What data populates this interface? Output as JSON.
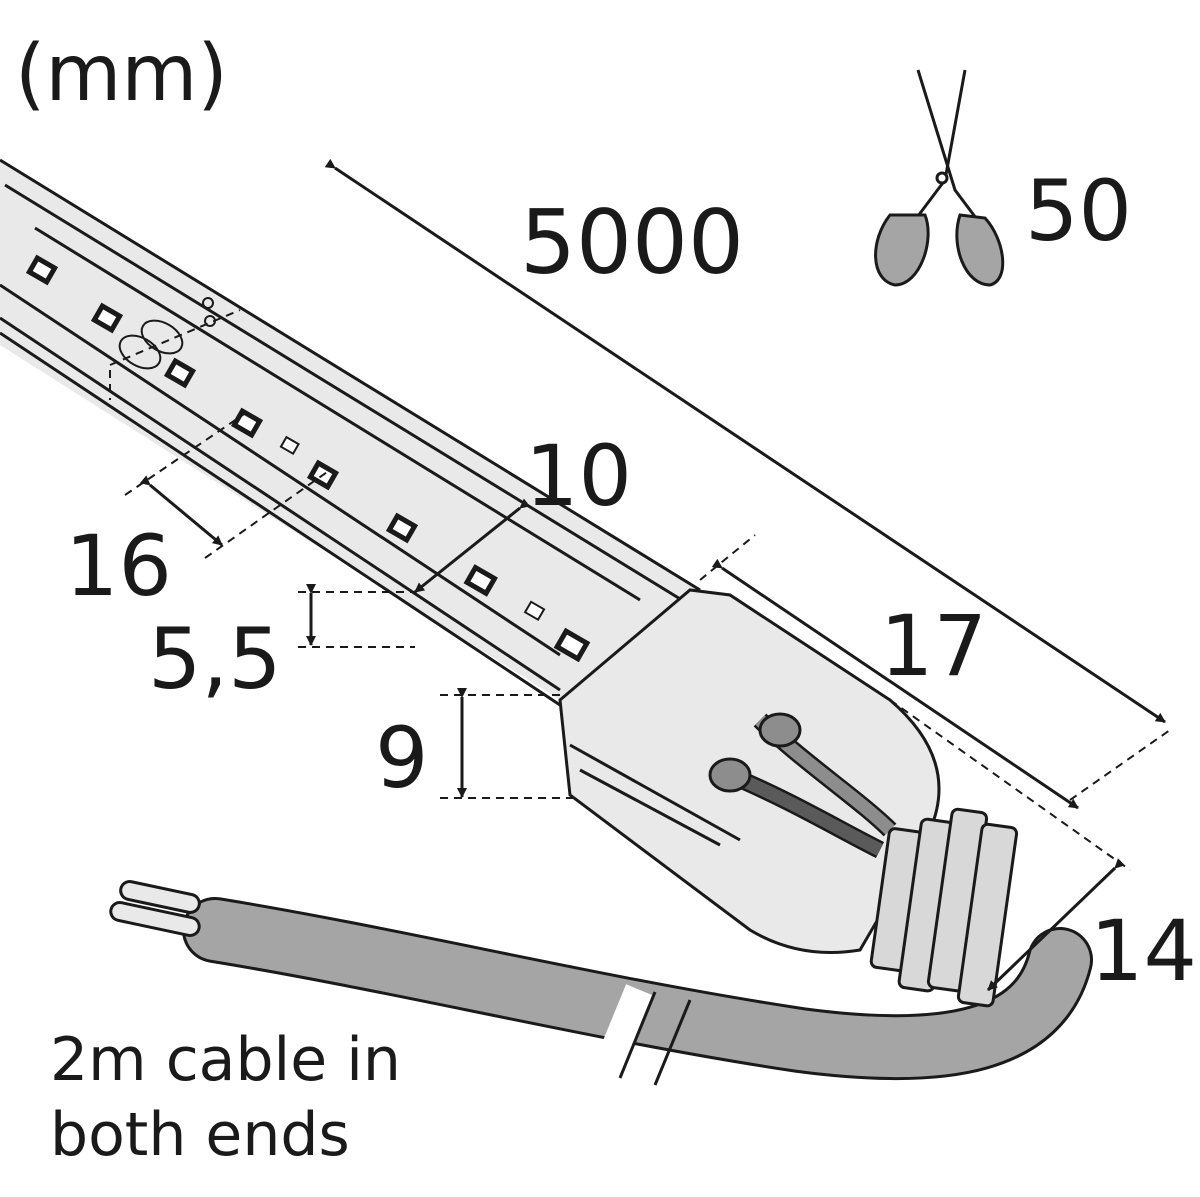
{
  "unit_label": "(mm)",
  "dimensions": {
    "length": "5000",
    "cut_interval": "50",
    "width": "10",
    "led_pitch": "16",
    "strip_height": "5,5",
    "connector_height": "9",
    "connector_length": "17",
    "cable_gland": "14"
  },
  "note": {
    "line1": "2m cable in",
    "line2": "both ends"
  },
  "colors": {
    "strip": "#e9e9e9",
    "cable": "#a5a5a5",
    "line": "#1a1a1a"
  }
}
